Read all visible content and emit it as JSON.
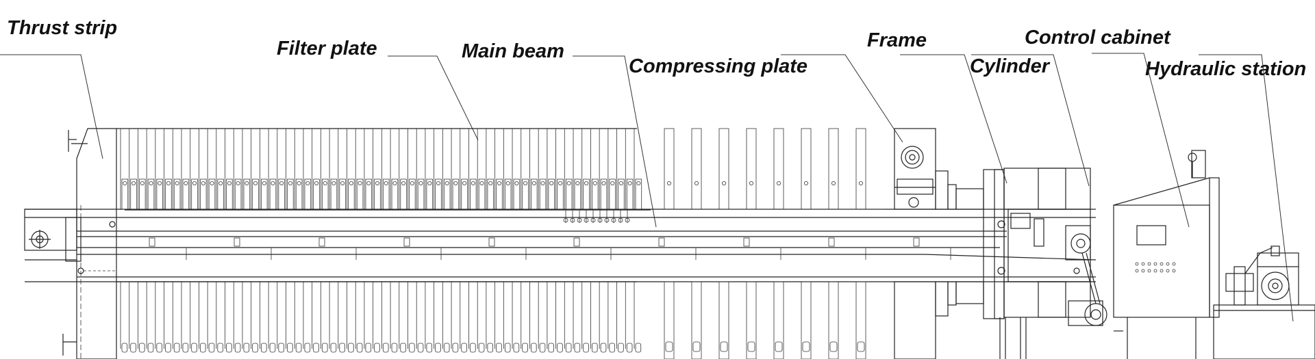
{
  "diagram": {
    "labels": {
      "thrust_strip": "Thrust strip",
      "filter_plate": "Filter plate",
      "main_beam": "Main beam",
      "compressing_plate": "Compressing plate",
      "frame": "Frame",
      "cylinder": "Cylinder",
      "control_cabinet": "Control cabinet",
      "hydraulic_station": "Hydraulic station"
    },
    "counts": {
      "packed_filter_plates": 60,
      "loose_filter_plates": 8
    },
    "colors": {
      "line": "#222222",
      "text": "#111111",
      "cyan_accent": "#33bbcc",
      "magenta_accent": "#cc33aa",
      "red_accent": "#cc2222"
    }
  }
}
